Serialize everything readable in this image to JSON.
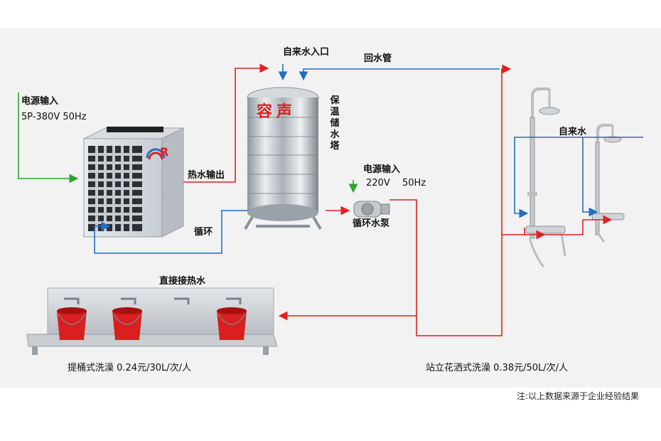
{
  "labels": {
    "power_input_main": "电源输入",
    "power_spec_main": "5P-380V   50Hz",
    "hot_water_out": "热水输出",
    "circulation": "循环",
    "tap_water_inlet": "自来水入口",
    "return_pipe": "回水管",
    "tank_name": "保温储水塔",
    "pump_power_input": "电源输入",
    "pump_voltage": "220V",
    "pump_freq": "50Hz",
    "pump_name": "循环水泵",
    "tap_water": "自来水",
    "direct_hot_water": "直接接热水",
    "bucket_bath": "提桶式洗澡  0.24元/30L/次/人",
    "shower_bath": "站立花洒式洗澡  0.38元/50L/次/人",
    "footnote": "注:以上数据来源于企业经验结果",
    "tank_brand": "容声",
    "heat_pump_logo": "R"
  },
  "colors": {
    "hot_line": "#e02020",
    "cold_line": "#1f6fc4",
    "power_line": "#2aa52a",
    "bucket_red": "#d91f1f",
    "steel": "#c9ced4"
  }
}
